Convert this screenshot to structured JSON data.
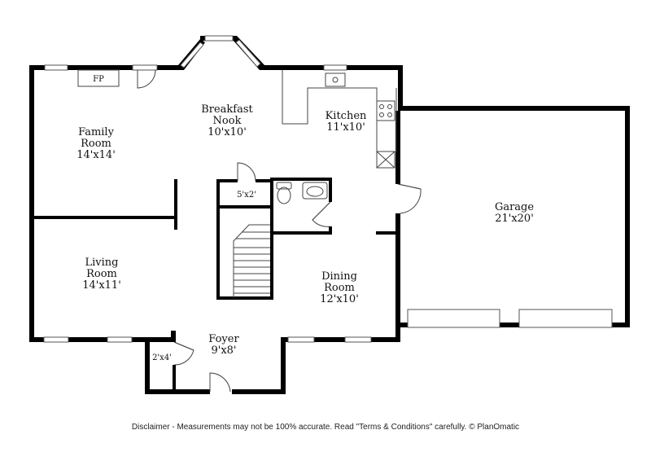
{
  "rooms": {
    "family_room": {
      "name_line1": "Family",
      "name_line2": "Room",
      "size": "14'x14'"
    },
    "breakfast_nook": {
      "name_line1": "Breakfast",
      "name_line2": "Nook",
      "size": "10'x10'"
    },
    "kitchen": {
      "name": "Kitchen",
      "size": "11'x10'"
    },
    "garage": {
      "name": "Garage",
      "size": "21'x20'"
    },
    "living_room": {
      "name_line1": "Living",
      "name_line2": "Room",
      "size": "14'x11'"
    },
    "dining_room": {
      "name_line1": "Dining",
      "name_line2": "Room",
      "size": "12'x10'"
    },
    "foyer": {
      "name": "Foyer",
      "size": "9'x8'"
    },
    "closet_5x2": {
      "label": "5'x2'"
    },
    "closet_2x4": {
      "label": "2'x4'"
    },
    "fireplace": {
      "label": "FP"
    }
  },
  "footer": {
    "disclaimer": "Disclaimer - Measurements may not be 100% accurate. Read \"Terms & Conditions\" carefully. © PlanOmatic"
  }
}
